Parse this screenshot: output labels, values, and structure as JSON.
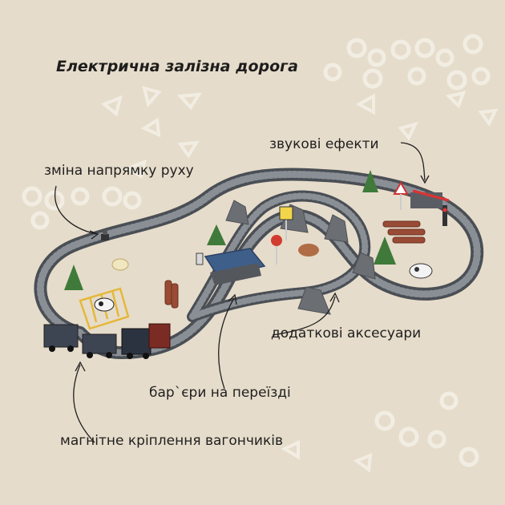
{
  "title": "Електрична залізна дорога",
  "labels": {
    "sound_effects": "звукові ефекти",
    "direction_change": "зміна напрямку руху",
    "extra_accessories": "додаткові аксесуари",
    "crossing_barriers": "бар`єри на переїзді",
    "magnetic_coupling": "магнітне кріплення вагончиків"
  },
  "colors": {
    "background": "#e6dccb",
    "decoration": "#f3ede2",
    "track": "#5b6066",
    "text": "#1f1f1f"
  }
}
